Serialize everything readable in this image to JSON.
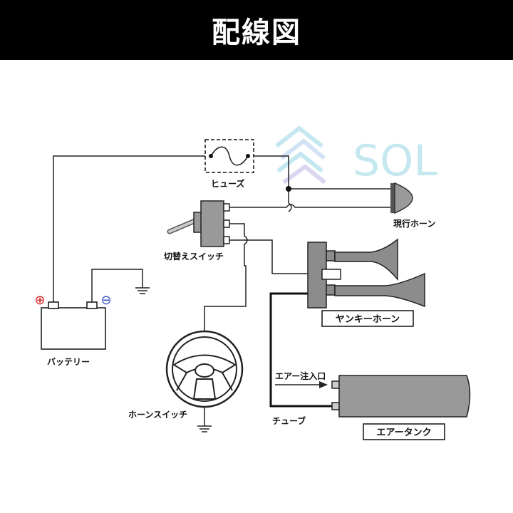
{
  "title": "配線図",
  "watermark": {
    "text": "SOL",
    "color": "#bfe6ef"
  },
  "colors": {
    "plus": "#e02020",
    "minus": "#3050c0",
    "component_gray": "#8c8c8c",
    "body_gray": "#999999"
  },
  "labels": {
    "fuse": "ヒューズ",
    "existing_horn": "現行ホーン",
    "toggle_switch": "切替えスイッチ",
    "yankee_horn": "ヤンキーホーン",
    "battery": "バッテリー",
    "horn_switch": "ホーンスイッチ",
    "air_inlet": "エアー注入口",
    "tube": "チューブ",
    "air_tank": "エアータンク"
  },
  "battery_terminals": {
    "plus": "⊕",
    "minus": "⊖"
  }
}
